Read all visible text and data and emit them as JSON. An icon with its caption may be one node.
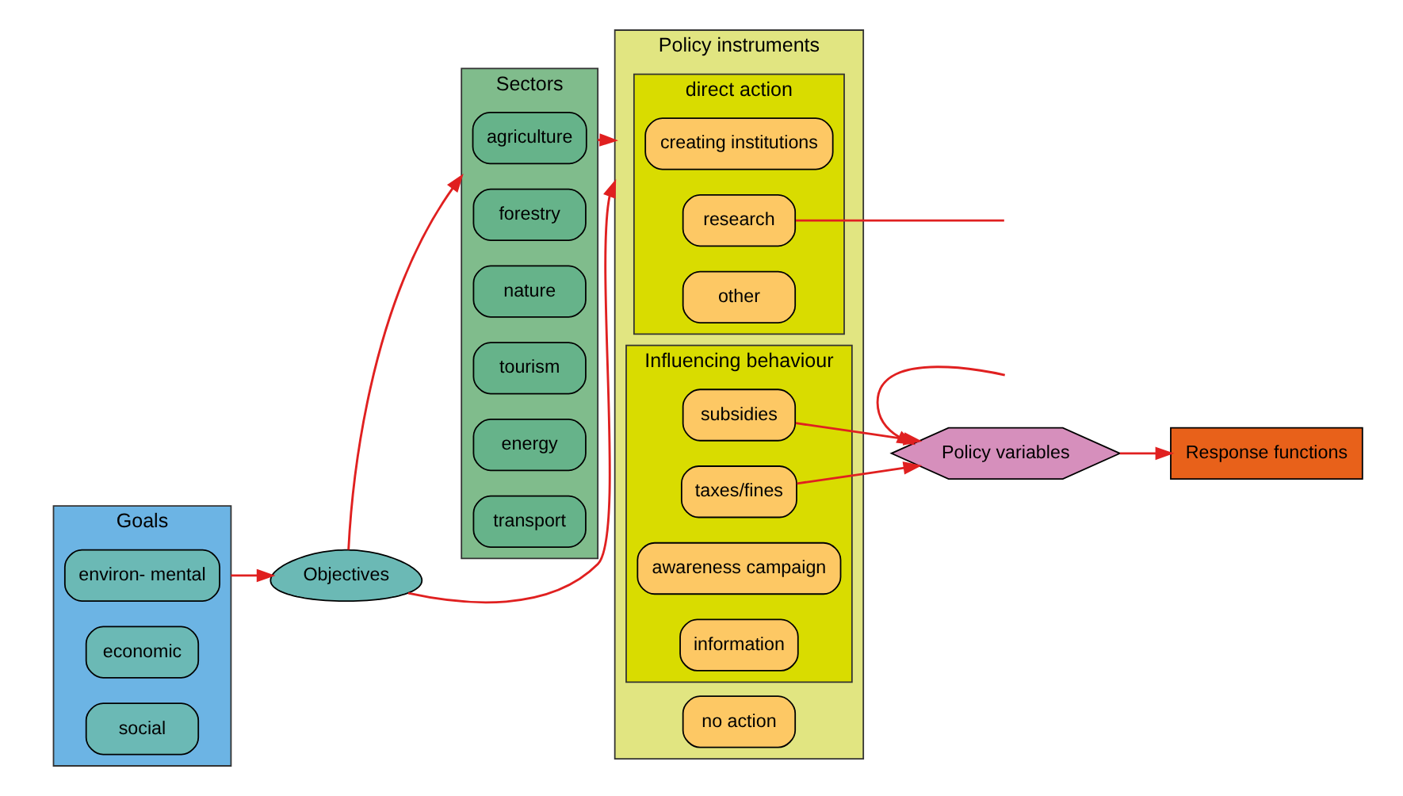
{
  "diagram": {
    "nodes": [
      {
        "text": [
          "Goals"
        ]
      },
      {
        "text": [
          "environ- mental"
        ],
        "in": 0
      },
      {
        "text": [
          "economic"
        ],
        "in": 0
      },
      {
        "text": [
          "social"
        ],
        "in": 0
      },
      {
        "text": [
          "Objectives"
        ]
      },
      {
        "text": [
          "Sectors"
        ]
      },
      {
        "text": [
          "agriculture"
        ],
        "in": 5
      },
      {
        "text": [
          "forestry"
        ],
        "in": 5
      },
      {
        "text": [
          "nature"
        ],
        "in": 5
      },
      {
        "text": [
          "tourism"
        ],
        "in": 5
      },
      {
        "text": [
          "energy"
        ],
        "in": 5
      },
      {
        "text": [
          "transport"
        ],
        "in": 5
      },
      {
        "text": [
          "Policy instruments"
        ]
      },
      {
        "text": [
          "direct action"
        ],
        "in": 12
      },
      {
        "text": [
          "creating institutions"
        ],
        "in": 13
      },
      {
        "text": [
          "research"
        ],
        "in": 13
      },
      {
        "text": [
          "other"
        ],
        "in": 13
      },
      {
        "text": [
          "Influencing behaviour"
        ],
        "in": 12
      },
      {
        "text": [
          "subsidies"
        ],
        "in": 17
      },
      {
        "text": [
          "taxes/fines"
        ],
        "in": 17
      },
      {
        "text": [
          "awareness campaign"
        ],
        "in": 17
      },
      {
        "text": [
          "information"
        ],
        "in": 17
      },
      {
        "text": [
          "no action"
        ],
        "in": 12
      },
      {
        "text": [
          "Policy variables"
        ]
      },
      {
        "text": [
          "Response functions"
        ]
      }
    ],
    "edges": [
      {
        "from": 0,
        "to": 4,
        "arrow": "to"
      },
      {
        "from": 4,
        "to": 5,
        "arrow": "to"
      },
      {
        "from": 4,
        "to": 12,
        "arrow": "to"
      },
      {
        "from": 5,
        "to": 12,
        "arrow": "to"
      },
      {
        "from": 18,
        "to": 23,
        "arrow": "to"
      },
      {
        "from": 19,
        "to": 23,
        "arrow": "to"
      },
      {
        "from": 15,
        "to": null,
        "arrow": "none"
      },
      {
        "from": null,
        "to": 23,
        "arrow": "to"
      },
      {
        "from": 23,
        "to": 24,
        "arrow": "to"
      }
    ]
  }
}
